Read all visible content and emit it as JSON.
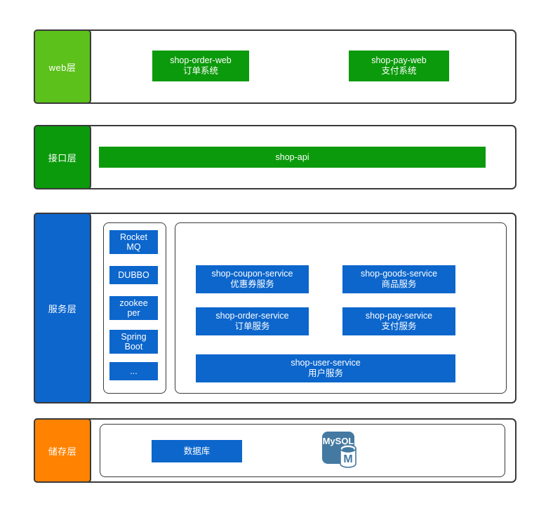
{
  "diagram": {
    "title": "",
    "colors": {
      "web_tab": "#5CC11A",
      "api_tab": "#0B9A0B",
      "service_tab": "#0C66CC",
      "storage_tab": "#FF8200",
      "green_chip": "#0B9A0B",
      "blue_chip": "#0C66CC",
      "frame_border": "#3a3a3a",
      "mysql_blue": "#4479A1"
    },
    "layers": [
      {
        "id": "web",
        "tab_label": "web层",
        "tab_color": "#5CC11A",
        "boxes": [
          {
            "name": "shop-order-web",
            "line1": "shop-order-web",
            "line2": "订单系统"
          },
          {
            "name": "shop-pay-web",
            "line1": "shop-pay-web",
            "line2": "支付系统"
          }
        ]
      },
      {
        "id": "api",
        "tab_label": "接口层",
        "tab_color": "#0B9A0B",
        "boxes": [
          {
            "name": "shop-api",
            "line1": "shop-api",
            "line2": ""
          }
        ]
      },
      {
        "id": "service",
        "tab_label": "服务层",
        "tab_color": "#0C66CC",
        "tech_stack": [
          {
            "name": "rocketmq",
            "line1": "Rocket",
            "line2": "MQ"
          },
          {
            "name": "dubbo",
            "line1": "DUBBO",
            "line2": ""
          },
          {
            "name": "zookeeper",
            "line1": "zookee",
            "line2": "per"
          },
          {
            "name": "springboot",
            "line1": "Spring",
            "line2": "Boot"
          },
          {
            "name": "more",
            "line1": "...",
            "line2": ""
          }
        ],
        "services": [
          {
            "name": "shop-coupon-service",
            "line1": "shop-coupon-service",
            "line2": "优惠券服务"
          },
          {
            "name": "shop-goods-service",
            "line1": "shop-goods-service",
            "line2": "商品服务"
          },
          {
            "name": "shop-order-service",
            "line1": "shop-order-service",
            "line2": "订单服务"
          },
          {
            "name": "shop-pay-service",
            "line1": "shop-pay-service",
            "line2": "支付服务"
          },
          {
            "name": "shop-user-service",
            "line1": "shop-user-service",
            "line2": "用户服务"
          }
        ]
      },
      {
        "id": "storage",
        "tab_label": "储存层",
        "tab_color": "#FF8200",
        "boxes": [
          {
            "name": "database",
            "line1": "数据库",
            "line2": ""
          }
        ],
        "icons": [
          {
            "name": "mysql-icon",
            "label": "MySQL",
            "cylinder_label": "M"
          }
        ]
      }
    ]
  }
}
